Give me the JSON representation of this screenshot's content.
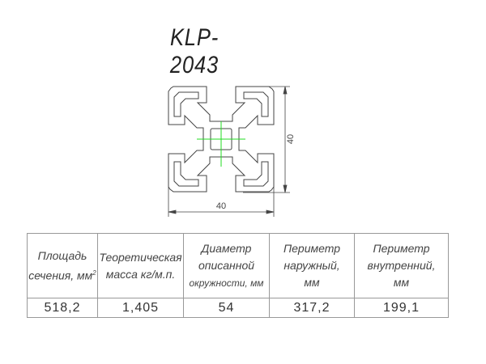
{
  "title": "KLP-2043",
  "dimensions": {
    "width_label": "40",
    "height_label": "40"
  },
  "colors": {
    "outline": "#444444",
    "centerline": "#22dd22"
  },
  "table": {
    "headers": [
      {
        "lines": [
          "Площадь",
          "сечения, мм"
        ],
        "sup": "2"
      },
      {
        "lines": [
          "Теоретическая",
          "масса  кг/м.п."
        ]
      },
      {
        "lines": [
          "Диаметр",
          "описанной",
          "окружности,  мм"
        ]
      },
      {
        "lines": [
          "Периметр",
          "наружный,",
          "мм"
        ]
      },
      {
        "lines": [
          "Периметр",
          "внутренний,",
          "мм"
        ]
      }
    ],
    "values": [
      "518,2",
      "1,405",
      "54",
      "317,2",
      "199,1"
    ]
  }
}
